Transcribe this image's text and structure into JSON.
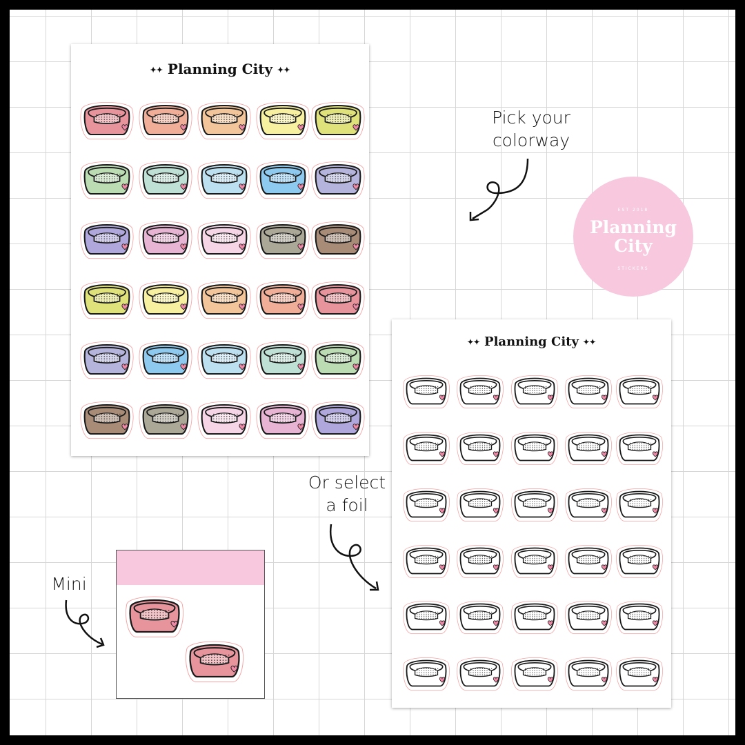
{
  "brand": "Planning City",
  "logo": {
    "est": "EST 2018",
    "name_line1": "Planning",
    "name_line2": "City",
    "sub": "STICKERS",
    "color": "#f7c8de"
  },
  "annotations": {
    "colorway_line1": "Pick your",
    "colorway_line2": "colorway",
    "foil_line1": "Or select",
    "foil_line2": "a foil",
    "mini": "Mini"
  },
  "sheets": {
    "color_title": "Planning City",
    "foil_title": "Planning City",
    "colorway_colors": [
      [
        "#e8949c",
        "#f0ae98",
        "#f3c59a",
        "#f6f0a0",
        "#dfe27a"
      ],
      [
        "#bcdcb4",
        "#bfe0d4",
        "#bde0f0",
        "#8ecaf0",
        "#b4b4dc"
      ],
      [
        "#b0a8dc",
        "#e8b4d4",
        "#f6d6e6",
        "#aca898",
        "#a88c78"
      ],
      [
        "#dfe27a",
        "#f6f0a0",
        "#f3c59a",
        "#f0ae98",
        "#e8949c"
      ],
      [
        "#b4b4dc",
        "#8ecaf0",
        "#bde0f0",
        "#bfe0d4",
        "#bcdcb4"
      ],
      [
        "#a88c78",
        "#aca898",
        "#f6d6e6",
        "#e8b4d4",
        "#b0a8dc"
      ]
    ],
    "foil_color": "#ffffff",
    "mini_color": "#e8949c"
  }
}
